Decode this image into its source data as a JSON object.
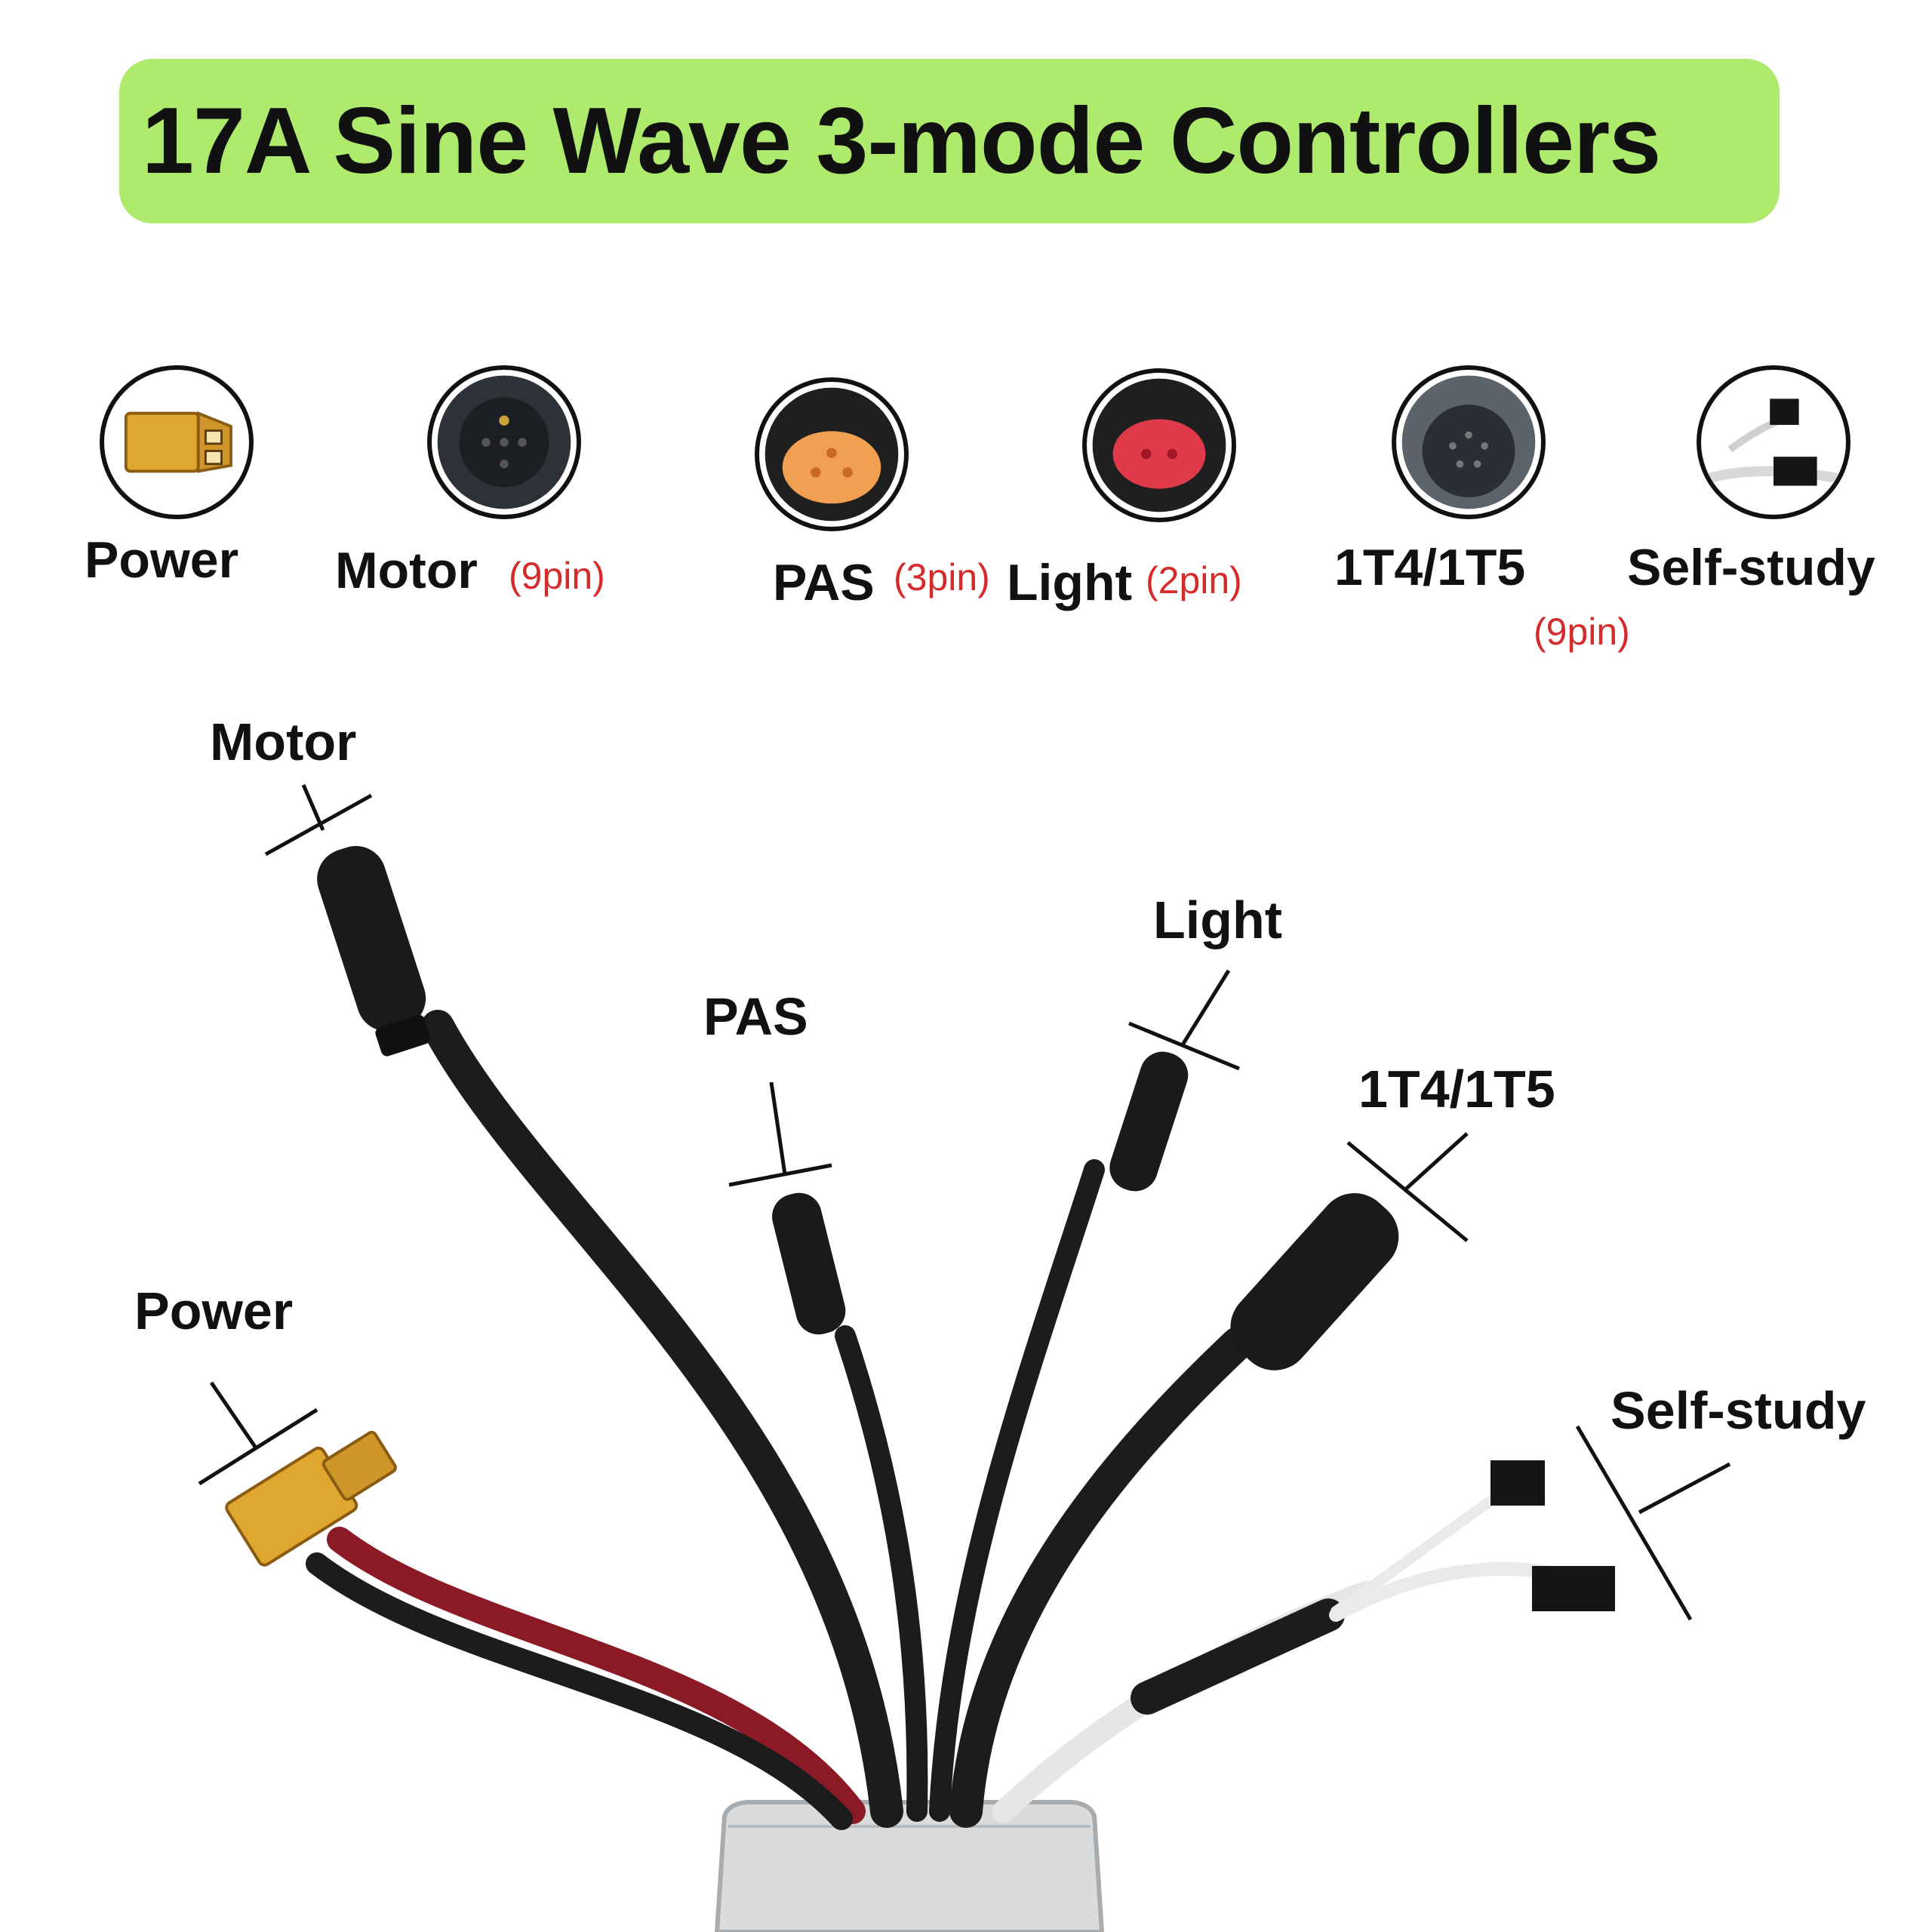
{
  "title": "17A Sine Wave 3-mode Controllers",
  "colors": {
    "title_bg": "#aeea6b",
    "pin_note": "#d62b2b",
    "cable": "#1c1c1c",
    "xt60_yellow": "#e0a730",
    "power_red": "#8b1a26",
    "self_study_wire": "#e8e8e8",
    "controller_box": "#d9dbdc"
  },
  "connectors": [
    {
      "name": "Power",
      "pins": "",
      "icon": "xt60-plug-icon"
    },
    {
      "name": "Motor",
      "pins": "(9pin)",
      "icon": "round-9pin-socket-icon"
    },
    {
      "name": "PAS",
      "pins": "(3pin)",
      "icon": "round-3pin-yellow-socket-icon"
    },
    {
      "name": "Light",
      "pins": "(2pin)",
      "icon": "round-2pin-red-socket-icon"
    },
    {
      "name": "1T4/1T5",
      "pins": "(9pin)",
      "icon": "round-9pin-grey-socket-icon"
    },
    {
      "name": "Self-study",
      "pins": "",
      "icon": "two-pin-clip-connector-icon"
    }
  ],
  "callouts": {
    "motor": "Motor",
    "pas": "PAS",
    "light": "Light",
    "display": "1T4/1T5",
    "power": "Power",
    "self_study": "Self-study"
  }
}
